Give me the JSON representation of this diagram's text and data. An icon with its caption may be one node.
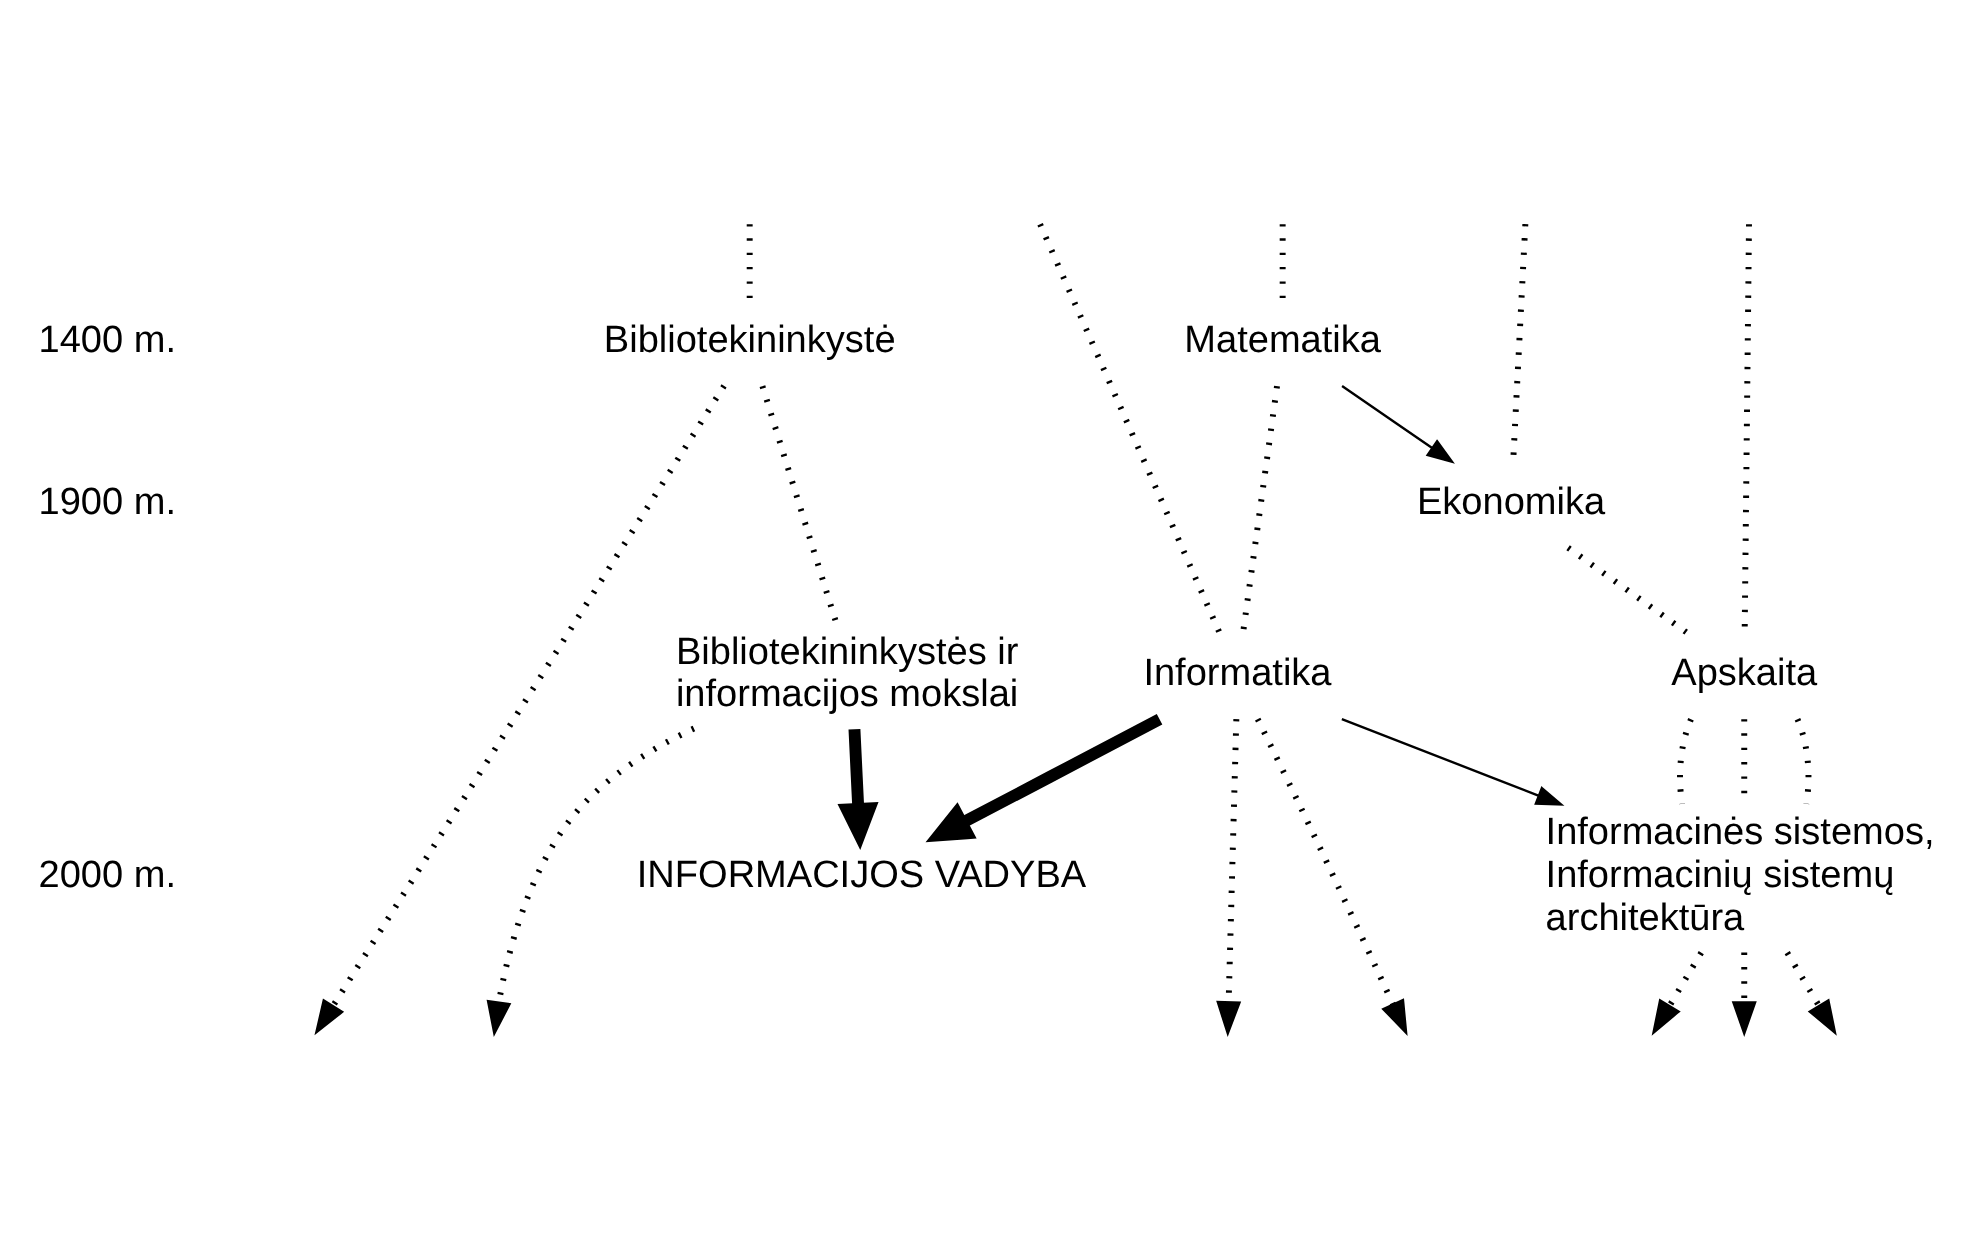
{
  "diagram": {
    "nodes": [
      {
        "text": [
          "Bibliotekininkystė"
        ]
      },
      {
        "text": [
          "Matematika"
        ]
      },
      {
        "text": [
          "Ekonomika"
        ]
      },
      {
        "text": [
          "Bibliotekininkystės ir informacijos mokslai"
        ]
      },
      {
        "text": [
          "Informatika"
        ]
      },
      {
        "text": [
          "Apskaita"
        ]
      },
      {
        "text": [
          "Informacinės sistemos, Informacinių sistemų architektūra"
        ]
      },
      {
        "text": [
          "INFORMACIJOS VADYBA"
        ]
      }
    ],
    "edges": [
      {
        "from": 0,
        "to": null,
        "arrow": "to",
        "style": "dashed"
      },
      {
        "from": null,
        "to": 0,
        "arrow": "none",
        "style": "dashed"
      },
      {
        "from": 0,
        "to": 3,
        "arrow": "none",
        "style": "dashed"
      },
      {
        "from": 3,
        "to": 7,
        "arrow": "to",
        "style": "thick"
      },
      {
        "from": 3,
        "to": null,
        "arrow": "to",
        "style": "dashed"
      },
      {
        "from": null,
        "to": 1,
        "arrow": "none",
        "style": "dashed"
      },
      {
        "from": 1,
        "to": 4,
        "arrow": "none",
        "style": "dashed"
      },
      {
        "from": 1,
        "to": 2,
        "arrow": "to"
      },
      {
        "from": null,
        "to": 4,
        "arrow": "none",
        "style": "dashed"
      },
      {
        "from": 4,
        "to": null,
        "arrow": "to",
        "style": "dashed"
      },
      {
        "from": 4,
        "to": null,
        "arrow": "to",
        "style": "dashed"
      },
      {
        "from": 4,
        "to": 7,
        "arrow": "to",
        "style": "thick"
      },
      {
        "from": 4,
        "to": 6,
        "arrow": "to"
      },
      {
        "from": null,
        "to": 2,
        "arrow": "none",
        "style": "dashed"
      },
      {
        "from": 2,
        "to": 5,
        "arrow": "none",
        "style": "dashed"
      },
      {
        "from": null,
        "to": 5,
        "arrow": "none",
        "style": "dashed"
      },
      {
        "from": 5,
        "to": 6,
        "arrow": "none",
        "style": "dashed"
      },
      {
        "from": 5,
        "to": 6,
        "arrow": "none",
        "style": "dashed"
      },
      {
        "from": 5,
        "to": 6,
        "arrow": "none",
        "style": "dashed"
      },
      {
        "from": 6,
        "to": null,
        "arrow": "to",
        "style": "dashed"
      },
      {
        "from": 6,
        "to": null,
        "arrow": "to",
        "style": "dashed"
      },
      {
        "from": 6,
        "to": null,
        "arrow": "to",
        "style": "dashed"
      }
    ],
    "labels": [
      "1400 m.",
      "1900 m.",
      "2000 m."
    ]
  }
}
